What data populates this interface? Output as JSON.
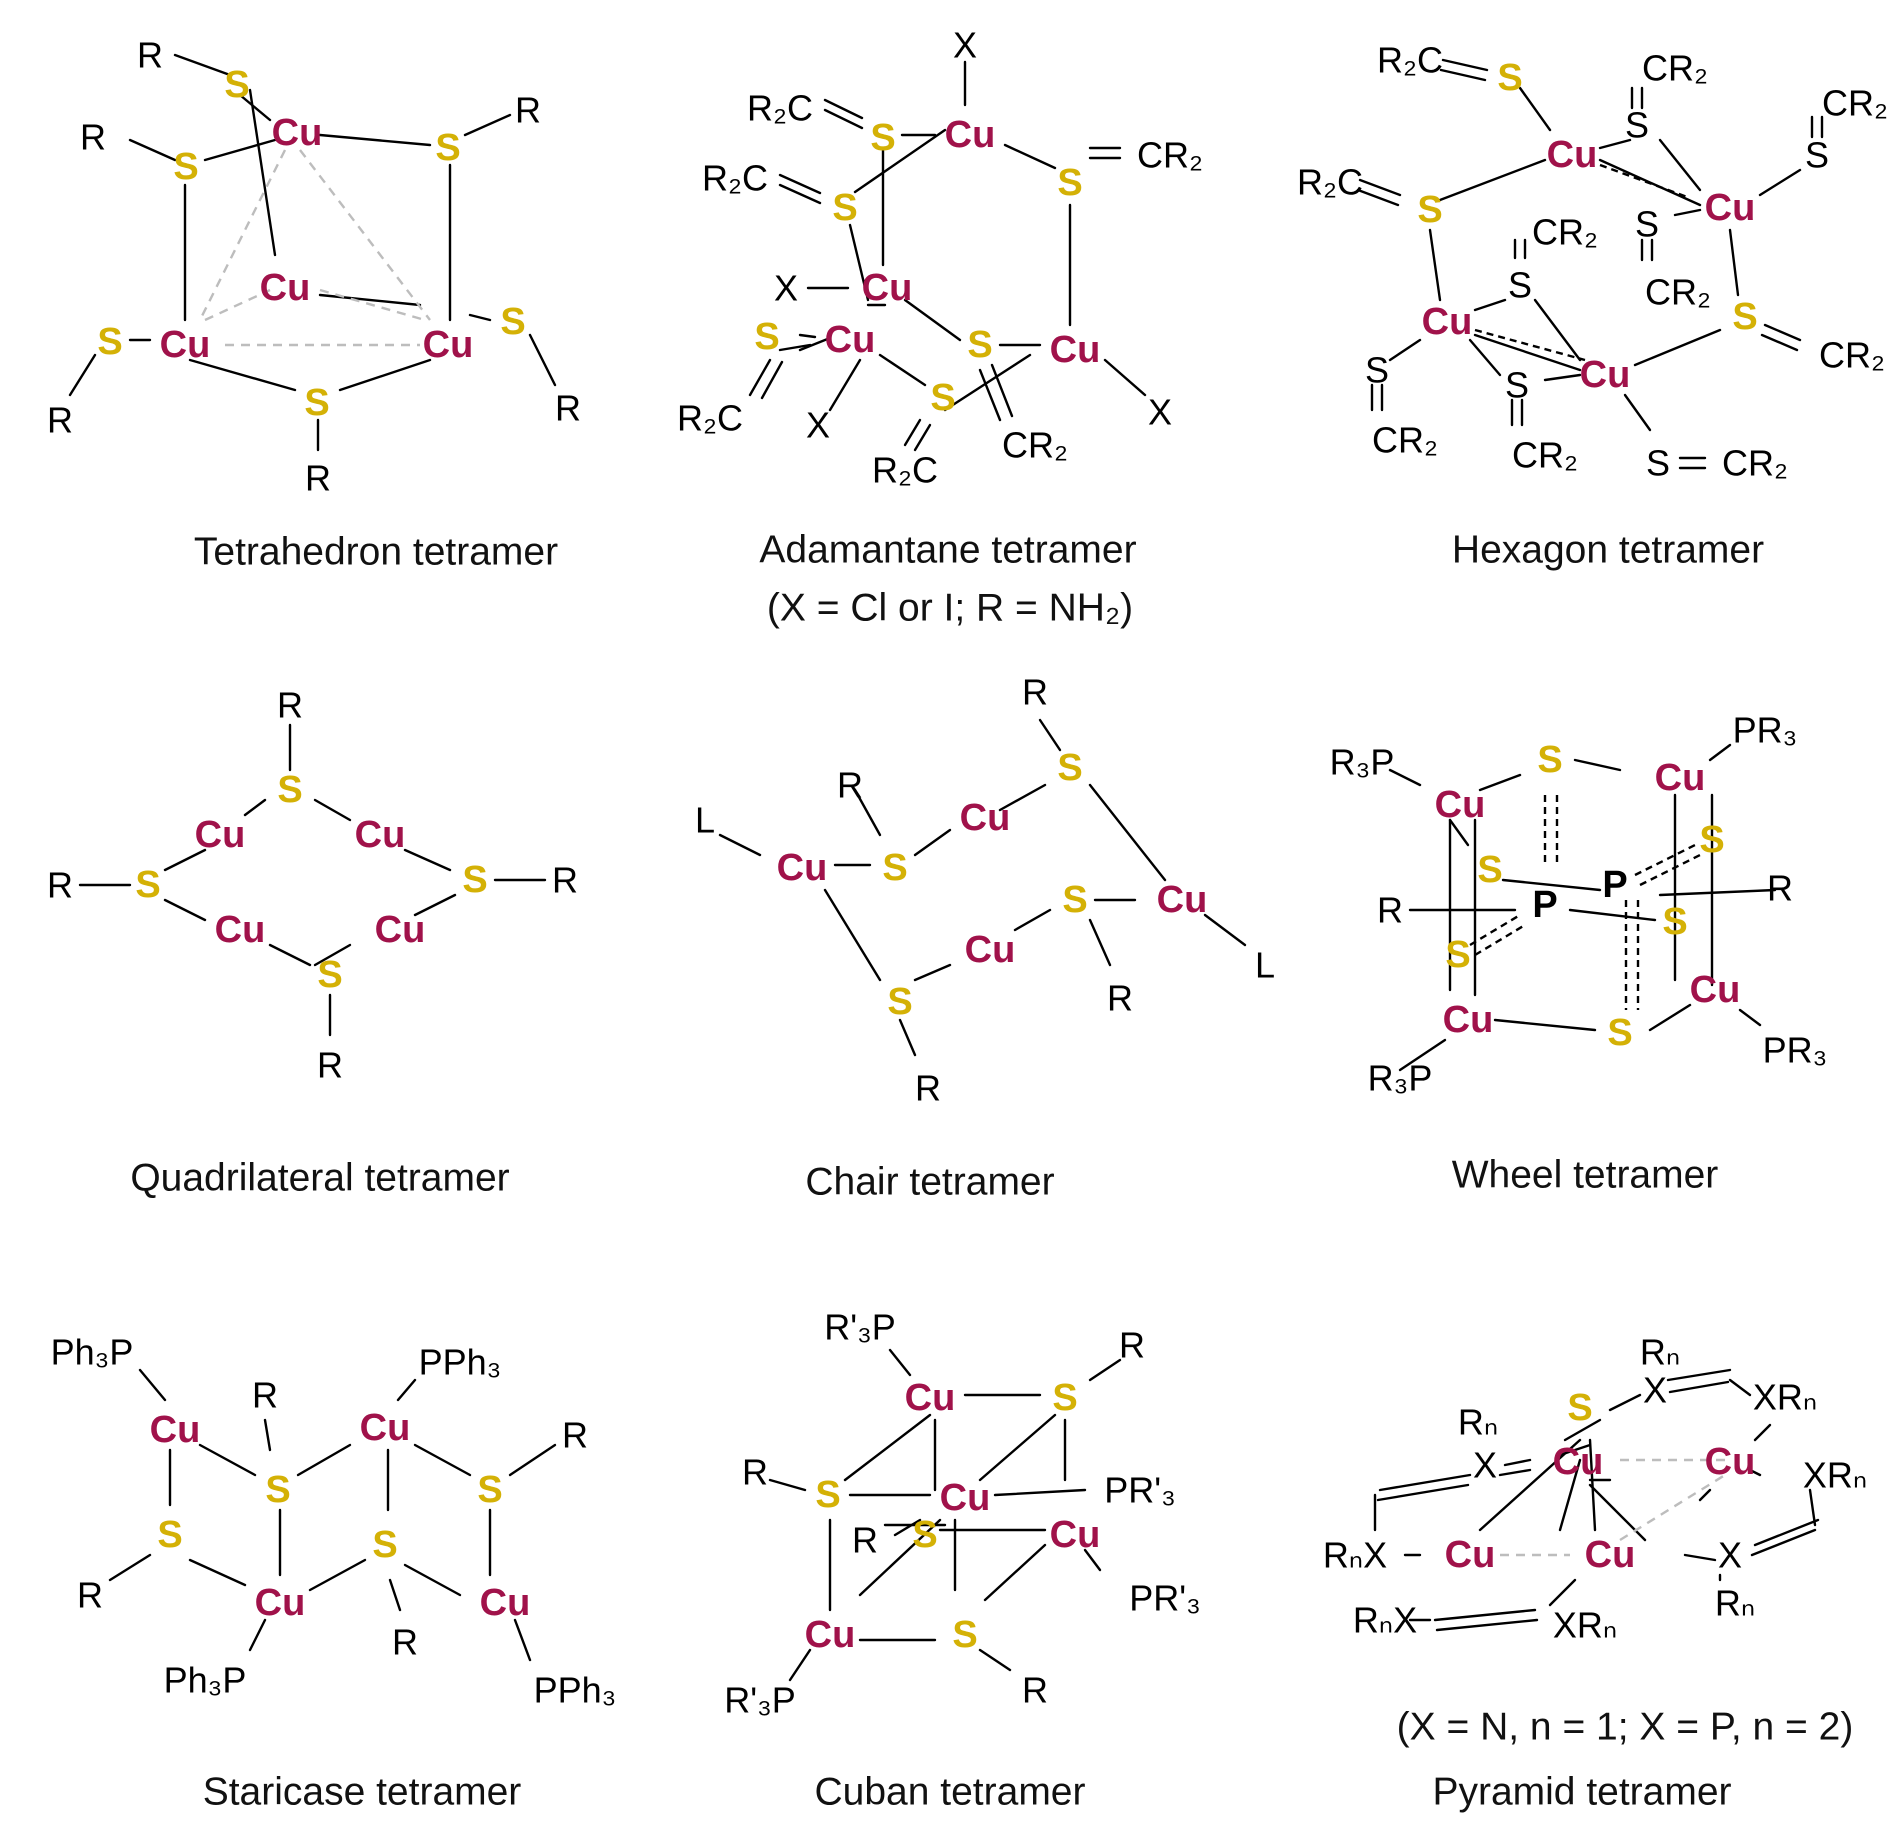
{
  "colors": {
    "copper": "#a0124a",
    "sulfur": "#d4b106",
    "substituent": "#111111",
    "dashed_link": "#bdbdbd"
  },
  "captions": {
    "tetrahedron": "Tetrahedron  tetramer",
    "adamantane": "Adamantane tetramer",
    "adamantane_note": "(X = Cl or I; R = NH₂)",
    "hexagon": "Hexagon tetramer",
    "quadrilateral": "Quadrilateral tetramer",
    "chair": "Chair tetramer",
    "wheel": "Wheel tetramer",
    "staircase": "Staricase tetramer",
    "cuban": "Cuban tetramer",
    "pyramid_note": "(X = N, n = 1; X = P,  n = 2)",
    "pyramid": "Pyramid tetramer"
  },
  "labels": {
    "Cu": "Cu",
    "S": "S",
    "P": "P",
    "R": "R",
    "X": "X",
    "L": "L",
    "CR2": "CR₂",
    "R2C": "R₂C",
    "PR3": "PR₃",
    "R3P": "R₃P",
    "PPh3": "PPh₃",
    "Ph3P": "Ph₃P",
    "PRp3": "PR'₃",
    "Rp3P": "R'₃P",
    "Rn": "Rₙ",
    "XRn": "XRₙ",
    "RnX": "RₙX"
  }
}
